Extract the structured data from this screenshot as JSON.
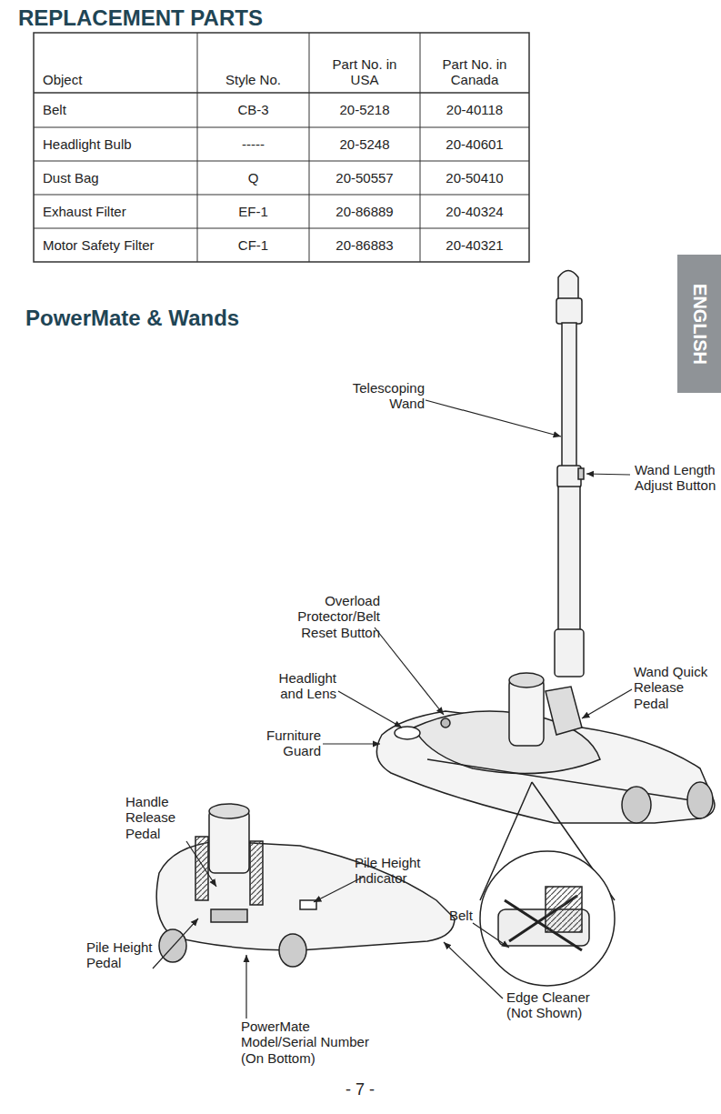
{
  "diagram": {
    "title": "REPLACEMENT PARTS",
    "labels": [
      "Object",
      "Style No.",
      "Part No. in USA",
      "Part No. in Canada",
      "Belt",
      "CB-3",
      "20-5218",
      "20-40118",
      "Headlight Bulb",
      "-----",
      "20-5248",
      "20-40601",
      "Dust Bag",
      "Q",
      "20-50557",
      "20-50410",
      "Exhaust Filter",
      "EF-1",
      "20-86889",
      "20-40324",
      "Motor Safety Filter",
      "CF-1",
      "20-86883",
      "20-40321",
      "ENGLISH",
      "PowerMate & Wands",
      "Telescoping Wand",
      "Wand Length Adjust Button",
      "Overload Protector/Belt Reset Button",
      "Headlight and Lens",
      "Wand Quick Release Pedal",
      "Furniture Guard",
      "Handle Release Pedal",
      "Pile Height Indicator",
      "Belt",
      "Pile Height Pedal",
      "Edge Cleaner (Not Shown)",
      "PowerMate Model/Serial Number (On Bottom)",
      "- 7 -"
    ]
  }
}
